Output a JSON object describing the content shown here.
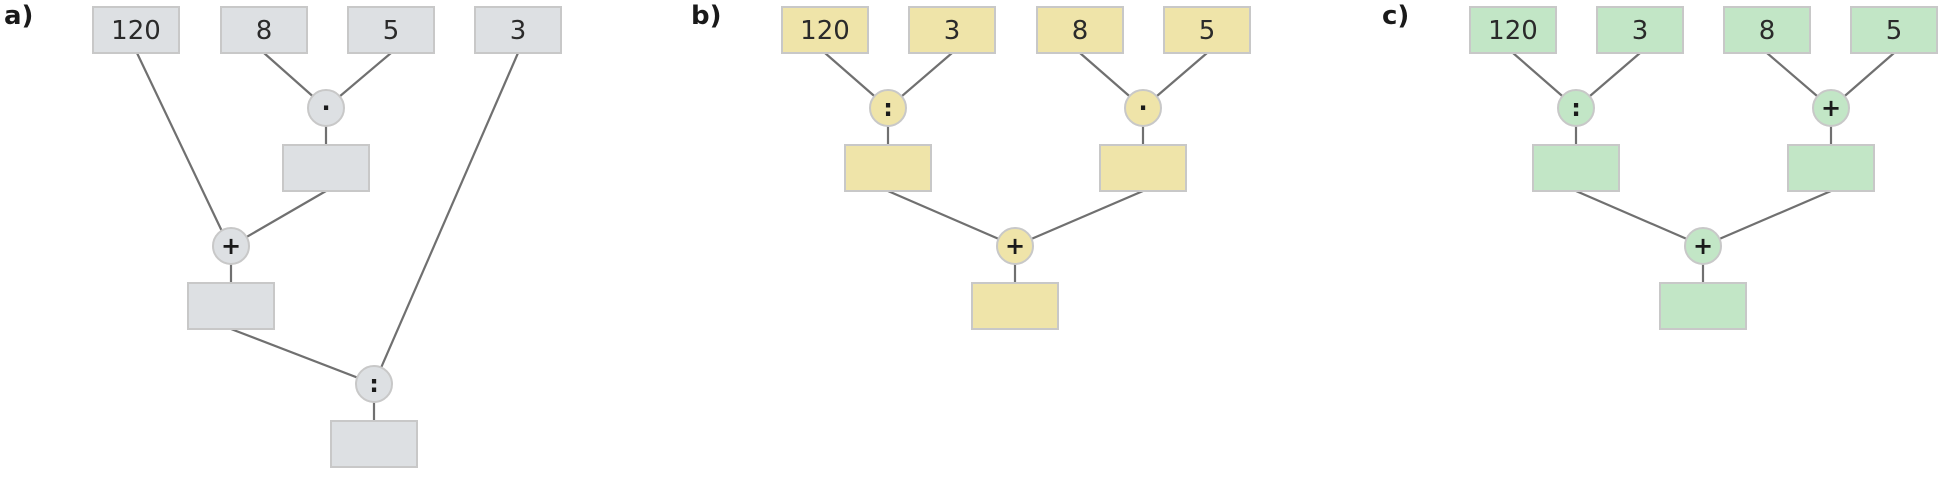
{
  "colors": {
    "a": "#dde0e3",
    "b": "#efe4a9",
    "c": "#c2e6c6"
  },
  "panels": {
    "a": {
      "label": "a)",
      "leaves": [
        "120",
        "8",
        "5",
        "3"
      ],
      "ops": {
        "first": "·",
        "second": "+",
        "third": ":"
      }
    },
    "b": {
      "label": "b)",
      "leaves": [
        "120",
        "3",
        "8",
        "5"
      ],
      "ops": {
        "left": ":",
        "right": "·",
        "root": "+"
      }
    },
    "c": {
      "label": "c)",
      "leaves": [
        "120",
        "3",
        "8",
        "5"
      ],
      "ops": {
        "left": ":",
        "right": "+",
        "root": "+"
      }
    }
  }
}
